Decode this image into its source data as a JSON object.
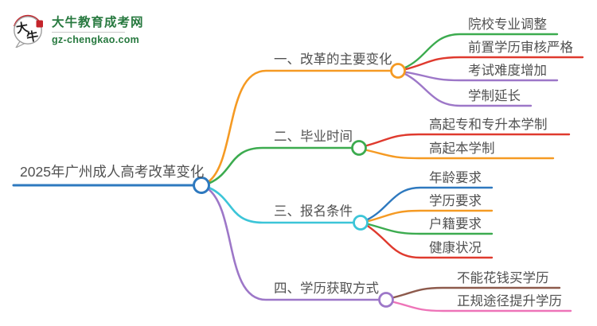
{
  "logo": {
    "bubble_text": "大牛",
    "site_name": "大牛教育成考网",
    "site_url": "gz-chengkao.com",
    "brand_green": "#27793f",
    "seal_red": "#c4242b",
    "bubble_outline": "#9d9d9d"
  },
  "mindmap": {
    "text_color": "#515151",
    "root": {
      "label": "2025年广州成人高考改革变化",
      "color": "#2e79bf"
    },
    "branches": [
      {
        "label": "一、改革的主要变化",
        "color": "#f59a23",
        "children": [
          {
            "label": "院校专业调整",
            "color": "#3cab4f"
          },
          {
            "label": "前置学历审核严格",
            "color": "#df3a2e"
          },
          {
            "label": "考试难度增加",
            "color": "#9d77c8"
          },
          {
            "label": "学制延长",
            "color": "#9d77c8"
          }
        ]
      },
      {
        "label": "二、毕业时间",
        "color": "#3cab4f",
        "children": [
          {
            "label": "高起专和专升本学制",
            "color": "#df3a2e"
          },
          {
            "label": "高起本学制",
            "color": "#f59a23"
          }
        ]
      },
      {
        "label": "三、报名条件",
        "color": "#3cc5d8",
        "children": [
          {
            "label": "年龄要求",
            "color": "#2e79bf"
          },
          {
            "label": "学历要求",
            "color": "#f59a23"
          },
          {
            "label": "户籍要求",
            "color": "#3cab4f"
          },
          {
            "label": "健康状况",
            "color": "#df3a2e"
          }
        ]
      },
      {
        "label": "四、学历获取方式",
        "color": "#9d77c8",
        "children": [
          {
            "label": "不能花钱买学历",
            "color": "#8d5a4c"
          },
          {
            "label": "正规途径提升学历",
            "color": "#ee74b8"
          }
        ]
      }
    ]
  }
}
